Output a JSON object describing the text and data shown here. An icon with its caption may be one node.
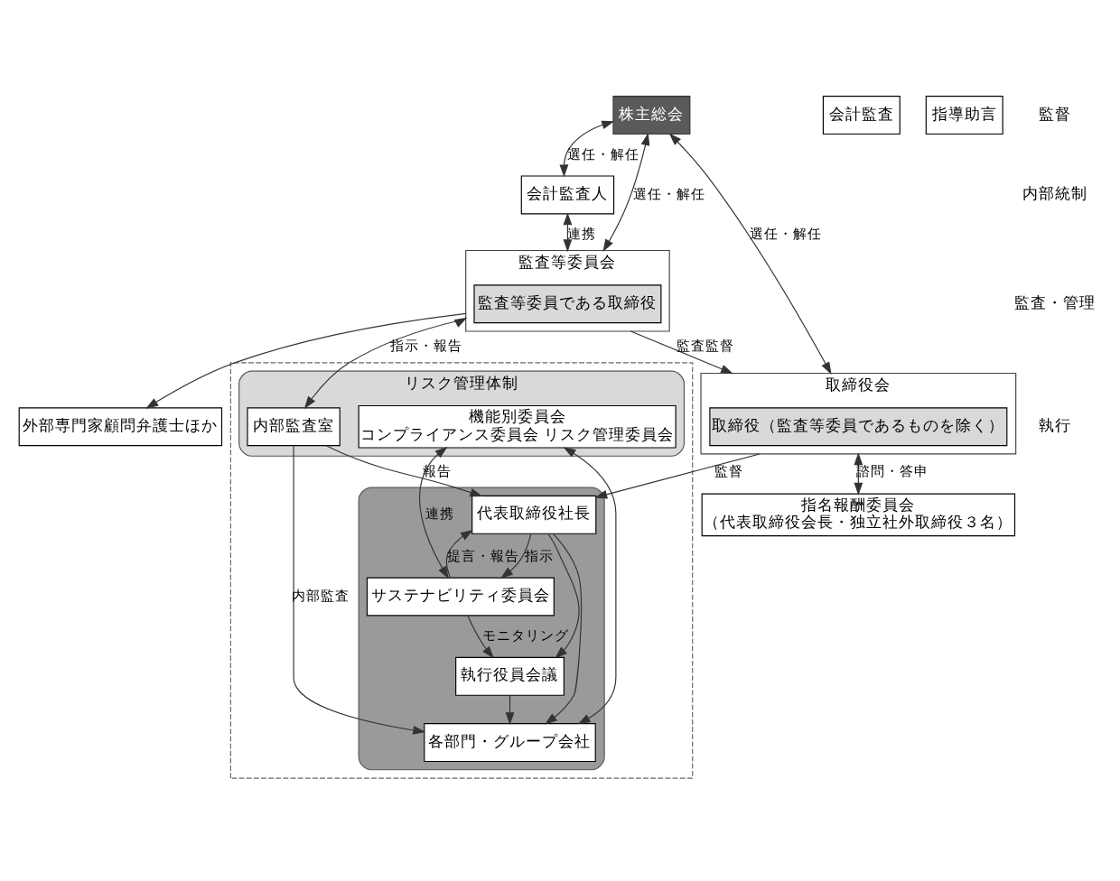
{
  "diagram": {
    "nodes": [
      {
        "text": [
          "株主総会"
        ]
      },
      {
        "text": [
          "会計監査人"
        ]
      },
      {
        "text": [
          "外部専門家顧問弁護士ほか"
        ]
      },
      {
        "text": [
          "監査等委員会"
        ]
      },
      {
        "text": [
          "監査等委員である取締役"
        ],
        "in": 3
      },
      {
        "text": [
          "取締役会"
        ]
      },
      {
        "text": [
          "取締役（監査等委員であるものを除く）"
        ],
        "in": 5
      },
      {
        "text": [
          "指名報酬委員会",
          "（代表取締役会長・独立社外取締役３名）"
        ]
      },
      {
        "text": [],
        "shape": "box"
      },
      {
        "text": [
          "リスク管理体制"
        ],
        "in": 8
      },
      {
        "text": [
          "内部監査室"
        ],
        "in": 9
      },
      {
        "text": [
          "機能別委員会",
          "コンプライアンス委員会 リスク管理委員会"
        ],
        "in": 9
      },
      {
        "text": [],
        "shape": "box",
        "in": 8
      },
      {
        "text": [
          "代表取締役社長"
        ],
        "in": 12
      },
      {
        "text": [
          "サステナビリティ委員会"
        ],
        "in": 12
      },
      {
        "text": [
          "執行役員会議"
        ],
        "in": 12
      },
      {
        "text": [
          "各部門・グループ会社"
        ],
        "in": 12
      },
      {
        "text": [
          "会計監査"
        ]
      },
      {
        "text": [
          "指導助言"
        ]
      }
    ],
    "edges": [
      {
        "from": 0,
        "to": 1,
        "arrow": "both",
        "label": "選任・解任"
      },
      {
        "from": 0,
        "to": 3,
        "arrow": "both",
        "label": "選任・解任"
      },
      {
        "from": 0,
        "to": 5,
        "arrow": "both",
        "label": "選任・解任"
      },
      {
        "from": 3,
        "to": 5,
        "arrow": "to",
        "label": "監査監督"
      },
      {
        "from": 1,
        "to": 3,
        "arrow": "both",
        "label": "連携"
      },
      {
        "from": 3,
        "to": 2,
        "arrow": "to"
      },
      {
        "from": 3,
        "to": 10,
        "arrow": "both",
        "label": "指示・報告"
      },
      {
        "from": 5,
        "to": 7,
        "arrow": "both",
        "label": "諮問・答申"
      },
      {
        "from": 5,
        "to": 13,
        "arrow": "to",
        "label": "監督"
      },
      {
        "from": 10,
        "to": 13,
        "arrow": "to",
        "label": "報告"
      },
      {
        "from": 10,
        "to": 16,
        "arrow": "to",
        "label": "内部監査"
      },
      {
        "from": 11,
        "to": 14,
        "arrow": "both",
        "label": "連携"
      },
      {
        "from": 11,
        "to": 16,
        "arrow": "both"
      },
      {
        "from": 14,
        "to": 13,
        "arrow": "to",
        "label": "提言・報告"
      },
      {
        "from": 13,
        "to": 14,
        "arrow": "to",
        "label": "指示"
      },
      {
        "from": 14,
        "to": 15,
        "arrow": "to",
        "label": "モニタリング"
      },
      {
        "from": 13,
        "to": 15,
        "arrow": "to"
      },
      {
        "from": 15,
        "to": 16,
        "arrow": "to"
      },
      {
        "from": 13,
        "to": 16,
        "arrow": "to"
      }
    ],
    "labels": [
      "監督",
      "内部統制",
      "監査・管理",
      "執行"
    ]
  }
}
